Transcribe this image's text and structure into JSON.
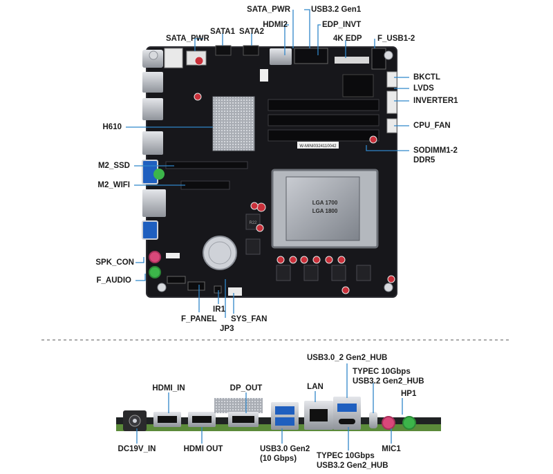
{
  "top_board_labels": {
    "sata_pwr_top": "SATA_PWR",
    "usb32_gen1": "USB3.2 Gen1",
    "hdmi2": "HDMI2",
    "edp_invt": "EDP_INVT",
    "sata1": "SATA1",
    "sata2": "SATA2",
    "edp_4k": "4K EDP",
    "f_usb1_2": "F_USB1-2",
    "sata_pwr_left": "SATA_PWR",
    "bkctl": "BKCTL",
    "lvds": "LVDS",
    "inverter1": "INVERTER1",
    "cpu_fan": "CPU_FAN",
    "h610": "H610",
    "sodimm_line1": "SODIMM1-2",
    "sodimm_line2": "DDR5",
    "m2_ssd": "M2_SSD",
    "m2_wifi": "M2_WIFI",
    "spk_con": "SPK_CON",
    "f_audio": "F_AUDIO",
    "ir1": "IR1",
    "f_panel": "F_PANEL",
    "sys_fan": "SYS_FAN",
    "jp3": "JP3"
  },
  "board_print": {
    "socket_text_1": "LGA 1700",
    "socket_text_2": "LGA 1800",
    "ram_sticker": "W-MINI0324110042",
    "vrm_code": "R22"
  },
  "io_labels": {
    "usb30_2_hub": "USB3.0_2  Gen2_HUB",
    "typec_top_1": "TYPEC  10Gbps",
    "typec_top_2": "USB3.2 Gen2_HUB",
    "hdmi_in": "HDMI_IN",
    "dp_out": "DP_OUT",
    "lan": "LAN",
    "hp1": "HP1",
    "dc19v_in": "DC19V_IN",
    "hdmi_out": "HDMI OUT",
    "usb30_gen2_1": "USB3.0  Gen2",
    "usb30_gen2_2": "(10 Gbps)",
    "typec_bottom_1": "TYPEC  10Gbps",
    "typec_bottom_2": "USB3.2 Gen2_HUB",
    "mic1": "MIC1"
  },
  "colors": {
    "pcb": "#17171b",
    "pcb_edge": "#2a2a30",
    "leader_line": "#2f86c9",
    "label_text": "#1b1b1b",
    "capacitor": "#c9303a",
    "usb_blue": "#1f5fbf",
    "audio_green": "#3cb54a",
    "audio_pink": "#d9487a",
    "heatsink": "#b8bcc4",
    "socket": "#9aa0a8",
    "green_pcb": "#5b8a3a"
  }
}
